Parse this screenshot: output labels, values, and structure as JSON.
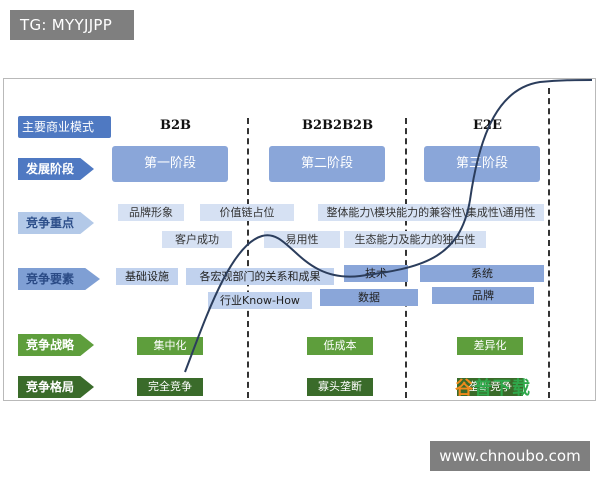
{
  "tag": "TG: MYYJJPP",
  "watermark_url": "www.chnoubo.com",
  "brand": {
    "part1": "谷",
    "part2": "普下载"
  },
  "columns": [
    "B2B",
    "B2B2B2B",
    "E2E"
  ],
  "rows": {
    "model": "主要商业模式",
    "stage": "发展阶段",
    "focus": "竞争重点",
    "elements": "竞争要素",
    "strategy": "竞争战略",
    "pattern": "竞争格局"
  },
  "stages": [
    "第一阶段",
    "第二阶段",
    "第三阶段"
  ],
  "focus_items": [
    "品牌形象",
    "价值链占位",
    "整体能力\\模块能力的兼容性\\集成性\\通用性",
    "客户成功",
    "易用性",
    "生态能力及能力的独占性"
  ],
  "element_items": [
    "基础设施",
    "各宏观部门的关系和成果",
    "技术",
    "系统",
    "行业Know-How",
    "数据",
    "品牌"
  ],
  "strategies": [
    "集中化",
    "低成本",
    "差异化"
  ],
  "patterns": [
    "完全竞争",
    "寡头垄断",
    "垄断竞争"
  ],
  "colors": {
    "primary": "#4f79c2",
    "stage": "#8aa6d9",
    "focus_bg": "#d6e1f3",
    "strategy": "#5e9e3c",
    "pattern": "#3a6b2a"
  }
}
